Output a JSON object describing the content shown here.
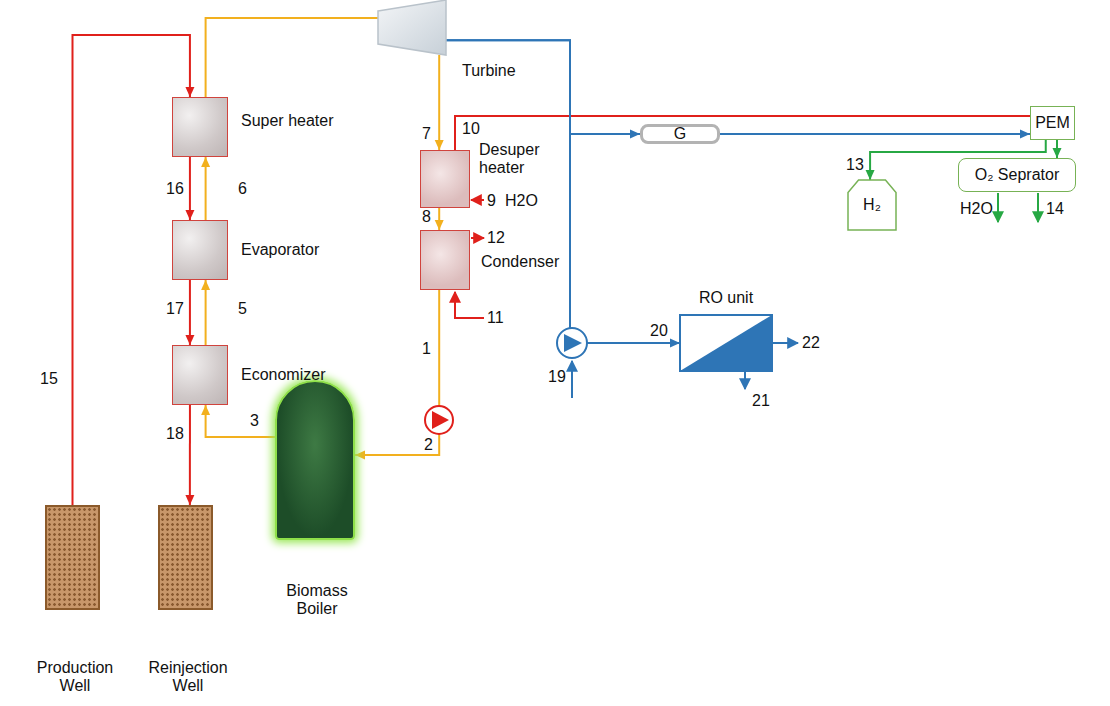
{
  "diagram": {
    "nodes": [
      {
        "text": [
          "Production Well"
        ]
      },
      {
        "text": [
          "Reinjection Well"
        ]
      },
      {
        "text": [
          "Super heater"
        ]
      },
      {
        "text": [
          "Evaporator"
        ]
      },
      {
        "text": [
          "Economizer"
        ]
      },
      {
        "text": [
          "Biomass Boiler"
        ]
      },
      {
        "text": [
          "Turbine"
        ]
      },
      {
        "text": [
          "Desuper heater"
        ]
      },
      {
        "text": [
          "Condenser"
        ]
      },
      {
        "text": [
          "G"
        ]
      },
      {
        "text": [
          "PEM"
        ]
      },
      {
        "text": [
          "RO unit"
        ]
      },
      {
        "text": [
          "H₂"
        ]
      },
      {
        "text": [
          "O₂ Seprator"
        ]
      }
    ],
    "edges": [
      {
        "from": 0,
        "to": 2,
        "arrow": "to"
      },
      {
        "from": 2,
        "to": 3,
        "arrow": "to"
      },
      {
        "from": 3,
        "to": 4,
        "arrow": "to"
      },
      {
        "from": 4,
        "to": 1,
        "arrow": "to"
      },
      {
        "from": 5,
        "to": 4,
        "arrow": "to"
      },
      {
        "from": 4,
        "to": 3,
        "arrow": "to"
      },
      {
        "from": 3,
        "to": 2,
        "arrow": "to"
      },
      {
        "from": 2,
        "to": 6,
        "arrow": "none"
      },
      {
        "from": 6,
        "to": 7,
        "arrow": "to"
      },
      {
        "from": 7,
        "to": 8,
        "arrow": "to"
      },
      {
        "from": 8,
        "to": 5,
        "arrow": "to"
      },
      {
        "from": 6,
        "to": 9,
        "arrow": "to"
      },
      {
        "from": 9,
        "to": 10,
        "arrow": "to"
      },
      {
        "from": 7,
        "to": 10,
        "arrow": "none"
      },
      {
        "from": 6,
        "to": 11,
        "arrow": "to"
      },
      {
        "from": 10,
        "to": 12,
        "arrow": "to"
      },
      {
        "from": 10,
        "to": 13,
        "arrow": "to"
      }
    ],
    "labels": [
      "15",
      "16",
      "6",
      "17",
      "5",
      "18",
      "3",
      "7",
      "10",
      "9",
      "H2O",
      "8",
      "12",
      "11",
      "1",
      "2",
      "19",
      "20",
      "22",
      "21",
      "13",
      "H2O",
      "14"
    ]
  }
}
